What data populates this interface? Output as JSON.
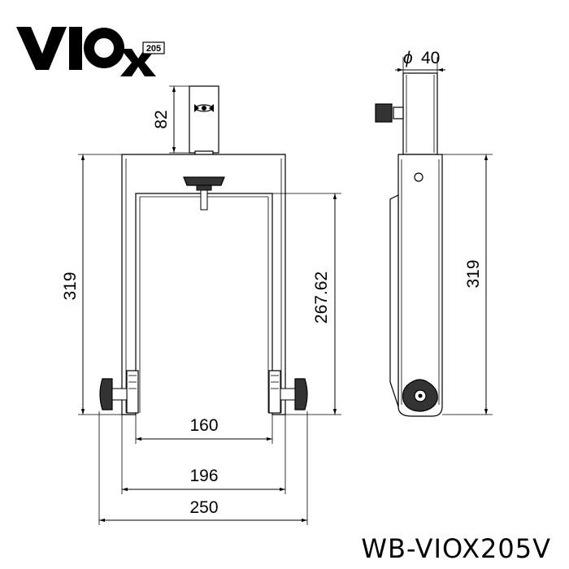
{
  "logo": {
    "brand": "VIOX",
    "number": "205"
  },
  "model": "WB-VIOX205V",
  "dimensions": {
    "top_height": "82",
    "height_left": "319",
    "inner_height": "267.62",
    "inner_width": "160",
    "outer_width": "196",
    "total_width": "250",
    "diameter": "40",
    "diameter_symbol": "ϕ",
    "height_side": "319"
  }
}
